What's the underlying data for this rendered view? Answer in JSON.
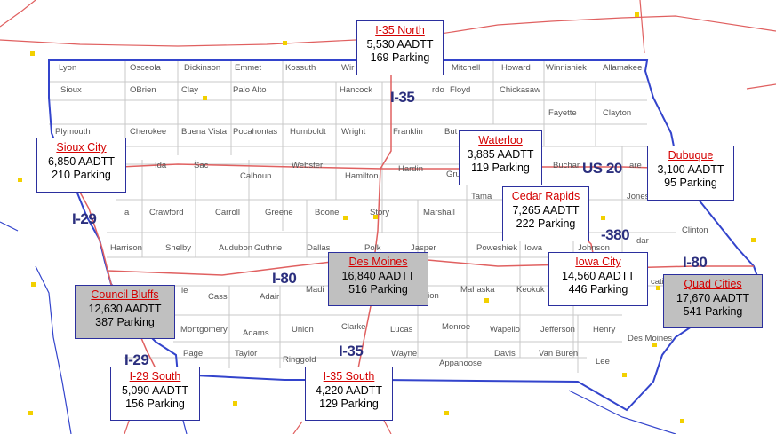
{
  "colors": {
    "state_border": "#3344cc",
    "county_line": "#c8c8c8",
    "highway": "#e06060",
    "river": "#3344cc",
    "city_dot": "#f2d000",
    "callout_border": "#2b2f9e",
    "callout_link": "#d40000",
    "callout_gray_fill": "#c0c0c0",
    "route_label": "#2b2f7e"
  },
  "counties": [
    "Lyon",
    "Osceola",
    "Dickinson",
    "Emmet",
    "Kossuth",
    "Wir",
    "Mitchell",
    "Howard",
    "Winnishiek",
    "Allamakee",
    "Sioux",
    "OBrien",
    "Clay",
    "Palo Alto",
    "Hancock",
    "rdo",
    "Floyd",
    "Chickasaw",
    "Fayette",
    "Clayton",
    "Plymouth",
    "Cherokee",
    "Buena Vista",
    "Pocahontas",
    "Humboldt",
    "Wright",
    "Franklin",
    "But",
    "Ida",
    "Sac",
    "Calhoun",
    "Webster",
    "Hamilton",
    "Hardin",
    "Grun",
    "Buchar",
    "are",
    "Tama",
    "Jones",
    "a",
    "Crawford",
    "Carroll",
    "Greene",
    "Boone",
    "Story",
    "Marshall",
    "Harrison",
    "Shelby",
    "Audubon",
    "Guthrie",
    "Dallas",
    "Polk",
    "Jasper",
    "Poweshiek",
    "Iowa",
    "Johnson",
    "dar",
    "Clinton",
    "ie",
    "Cass",
    "Adair",
    "Madi",
    "rion",
    "Mahaska",
    "Keokuk",
    "catin",
    "Montgomery",
    "Adams",
    "Union",
    "Clarke",
    "Lucas",
    "Monroe",
    "Wapello",
    "Jefferson",
    "Henry",
    "Des Moines",
    "Page",
    "Taylor",
    "Ringgold",
    "Wayne",
    "Appanoose",
    "Davis",
    "Van Buren",
    "Lee"
  ],
  "routes": [
    "I-35",
    "I-29",
    "I-80",
    "US 20",
    "-380",
    "I-80",
    "I-29",
    "I-35"
  ],
  "callouts": [
    {
      "name": "I-35 North",
      "aadtt": "5,530 AADTT",
      "parking": "169 Parking"
    },
    {
      "name": "Sioux City",
      "aadtt": "6,850 AADTT",
      "parking": "210 Parking"
    },
    {
      "name": "Waterloo",
      "aadtt": "3,885 AADTT",
      "parking": "119 Parking"
    },
    {
      "name": "Dubuque",
      "aadtt": "3,100 AADTT",
      "parking": "95 Parking"
    },
    {
      "name": "Cedar Rapids",
      "aadtt": "7,265 AADTT",
      "parking": "222 Parking"
    },
    {
      "name": "Des Moines",
      "aadtt": "16,840 AADTT",
      "parking": "516 Parking"
    },
    {
      "name": "Iowa City",
      "aadtt": "14,560 AADTT",
      "parking": "446 Parking"
    },
    {
      "name": "Council Bluffs",
      "aadtt": "12,630 AADTT",
      "parking": "387 Parking"
    },
    {
      "name": "Quad Cities",
      "aadtt": "17,670 AADTT",
      "parking": "541 Parking"
    },
    {
      "name": "I-29 South",
      "aadtt": "5,090 AADTT",
      "parking": "156 Parking"
    },
    {
      "name": "I-35 South",
      "aadtt": "4,220 AADTT",
      "parking": "129 Parking"
    }
  ]
}
